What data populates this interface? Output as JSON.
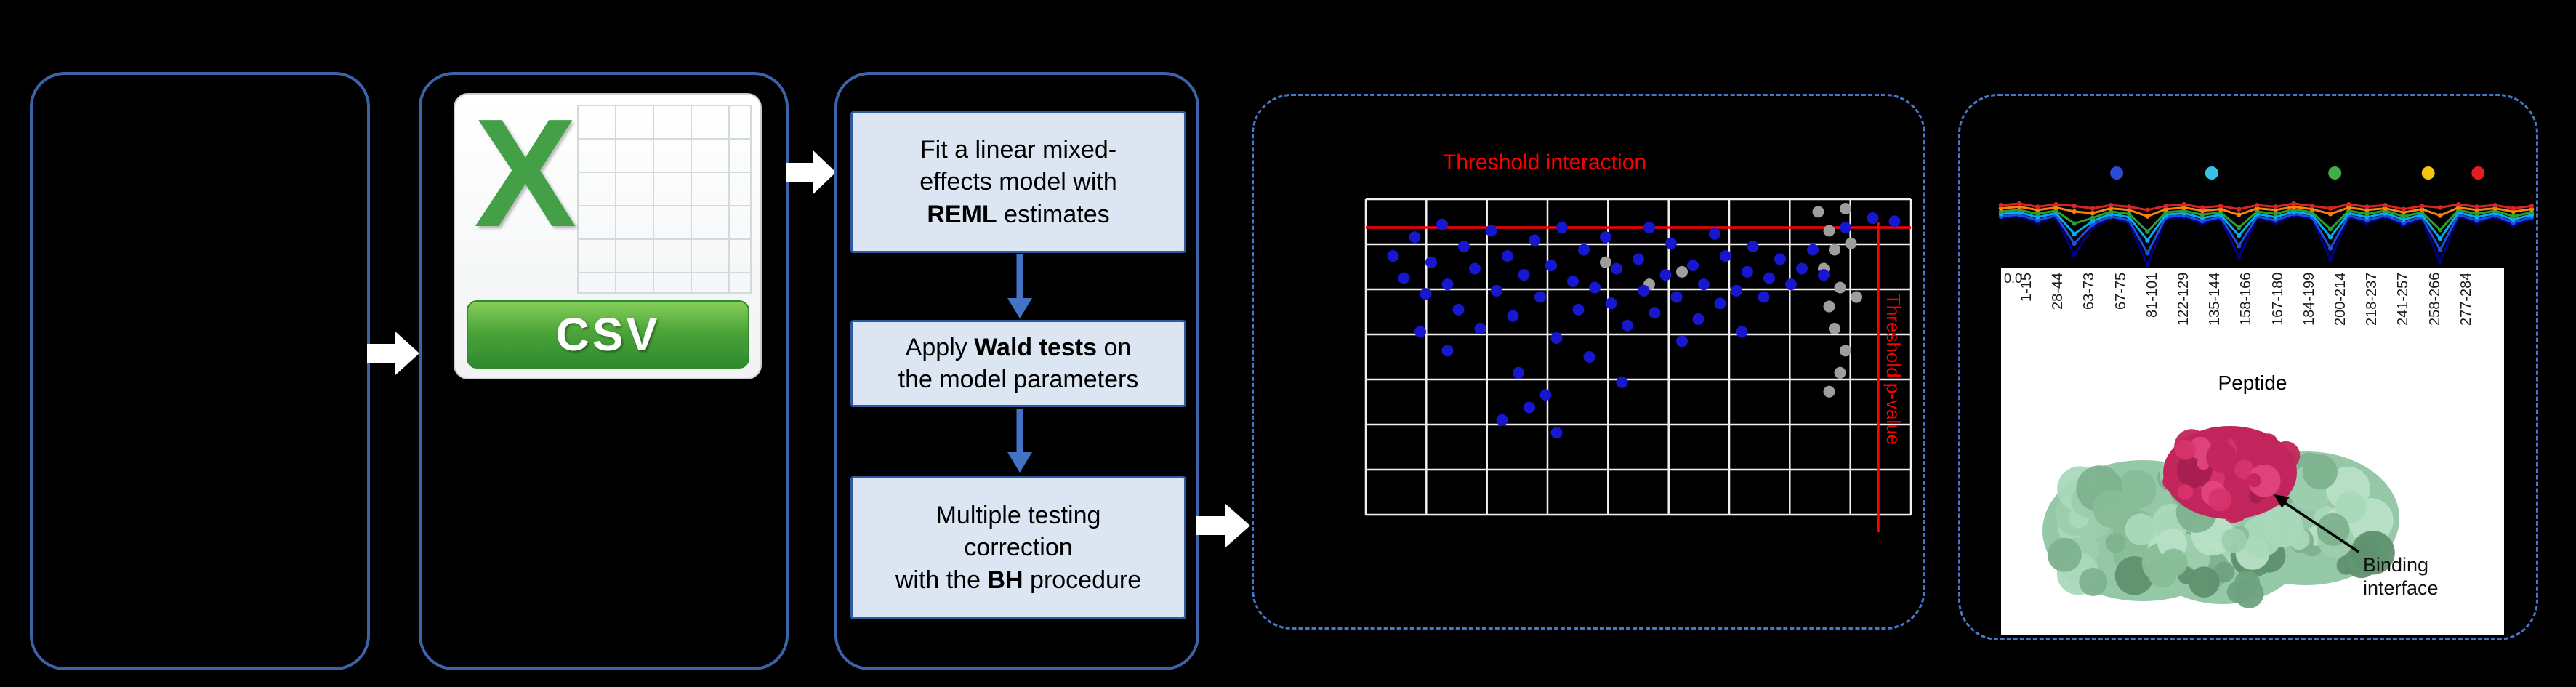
{
  "figure": {
    "background": "#000000"
  },
  "csv": {
    "letter": "X",
    "label": "CSV"
  },
  "pipeline": {
    "steps": [
      {
        "pre": "Fit a linear mixed-\neffects model with\n",
        "bold": "REML",
        "post": " estimates"
      },
      {
        "pre": "Apply ",
        "bold": "Wald tests",
        "post": " on\nthe model parameters"
      },
      {
        "pre": "Multiple testing\ncorrection\nwith the ",
        "bold": "BH",
        "post": " procedure"
      }
    ]
  },
  "volcano": {
    "title": "Threshold interaction",
    "side_label": "Threshold p-value",
    "grid": {
      "cols": 9,
      "rows": 7
    },
    "grid_color": "#f0f0f0",
    "threshold_color": "#ff0000",
    "threshold_y_pct": 9,
    "threshold_x_pct": 94,
    "blue_color": "#1717cf",
    "gray_color": "#9e9e9e",
    "points_blue": [
      [
        5,
        18
      ],
      [
        7,
        25
      ],
      [
        9,
        12
      ],
      [
        11,
        30
      ],
      [
        12,
        20
      ],
      [
        14,
        8
      ],
      [
        15,
        27
      ],
      [
        17,
        35
      ],
      [
        18,
        15
      ],
      [
        20,
        22
      ],
      [
        21,
        41
      ],
      [
        23,
        10
      ],
      [
        24,
        29
      ],
      [
        26,
        18
      ],
      [
        27,
        37
      ],
      [
        28,
        55
      ],
      [
        29,
        24
      ],
      [
        31,
        13
      ],
      [
        32,
        31
      ],
      [
        33,
        62
      ],
      [
        34,
        21
      ],
      [
        35,
        44
      ],
      [
        36,
        9
      ],
      [
        38,
        26
      ],
      [
        39,
        35
      ],
      [
        40,
        16
      ],
      [
        41,
        50
      ],
      [
        42,
        28
      ],
      [
        44,
        12
      ],
      [
        45,
        33
      ],
      [
        46,
        22
      ],
      [
        47,
        58
      ],
      [
        48,
        40
      ],
      [
        50,
        19
      ],
      [
        51,
        29
      ],
      [
        52,
        9
      ],
      [
        53,
        36
      ],
      [
        55,
        24
      ],
      [
        56,
        14
      ],
      [
        57,
        31
      ],
      [
        58,
        45
      ],
      [
        60,
        21
      ],
      [
        61,
        38
      ],
      [
        62,
        27
      ],
      [
        64,
        11
      ],
      [
        65,
        33
      ],
      [
        66,
        18
      ],
      [
        68,
        29
      ],
      [
        69,
        42
      ],
      [
        70,
        23
      ],
      [
        71,
        15
      ],
      [
        73,
        31
      ],
      [
        74,
        25
      ],
      [
        76,
        19
      ],
      [
        78,
        27
      ],
      [
        80,
        22
      ],
      [
        82,
        16
      ],
      [
        84,
        24
      ],
      [
        88,
        9
      ],
      [
        93,
        6
      ],
      [
        97,
        7
      ],
      [
        25,
        70
      ],
      [
        30,
        66
      ],
      [
        35,
        74
      ],
      [
        15,
        48
      ],
      [
        10,
        42
      ]
    ],
    "points_gray": [
      [
        44,
        20
      ],
      [
        52,
        27
      ],
      [
        58,
        23
      ],
      [
        83,
        4
      ],
      [
        85,
        10
      ],
      [
        86,
        16
      ],
      [
        84,
        22
      ],
      [
        87,
        28
      ],
      [
        85,
        34
      ],
      [
        86,
        41
      ],
      [
        88,
        48
      ],
      [
        87,
        55
      ],
      [
        85,
        61
      ],
      [
        89,
        14
      ],
      [
        90,
        31
      ],
      [
        88,
        3
      ]
    ]
  },
  "profile": {
    "ytick": "0.0",
    "dots": [
      {
        "color": "#2a4bd7",
        "x_pct": 21.8
      },
      {
        "color": "#39c0e6",
        "x_pct": 39.7
      },
      {
        "color": "#3fae49",
        "x_pct": 62.9
      },
      {
        "color": "#f2c410",
        "x_pct": 80.5
      },
      {
        "color": "#e02020",
        "x_pct": 89.9
      }
    ],
    "series": [
      {
        "color": "#00008b",
        "values": [
          38,
          36,
          44,
          37,
          84,
          50,
          38,
          44,
          97,
          39,
          37,
          45,
          39,
          87,
          38,
          44,
          35,
          39,
          90,
          37,
          44,
          37,
          47,
          39,
          93,
          36,
          44,
          37,
          47,
          39
        ]
      },
      {
        "color": "#1f4fd8",
        "values": [
          36,
          34,
          41,
          35,
          70,
          46,
          36,
          41,
          82,
          37,
          35,
          42,
          37,
          73,
          36,
          41,
          33,
          37,
          76,
          35,
          41,
          35,
          44,
          37,
          78,
          34,
          41,
          35,
          44,
          37
        ]
      },
      {
        "color": "#00b0f0",
        "values": [
          33,
          31,
          37,
          32,
          58,
          42,
          33,
          37,
          66,
          34,
          32,
          38,
          34,
          60,
          33,
          37,
          30,
          34,
          62,
          32,
          37,
          32,
          40,
          34,
          64,
          31,
          37,
          32,
          40,
          34
        ]
      },
      {
        "color": "#2ca02c",
        "values": [
          30,
          28,
          33,
          29,
          45,
          38,
          30,
          33,
          55,
          31,
          29,
          34,
          31,
          50,
          30,
          33,
          27,
          31,
          52,
          29,
          33,
          29,
          36,
          31,
          53,
          28,
          33,
          29,
          36,
          31
        ]
      },
      {
        "color": "#ff7f0e",
        "values": [
          26,
          24,
          28,
          25,
          30,
          32,
          26,
          28,
          36,
          27,
          25,
          29,
          27,
          34,
          26,
          28,
          24,
          27,
          33,
          25,
          28,
          26,
          31,
          27,
          35,
          25,
          28,
          26,
          30,
          27
        ]
      },
      {
        "color": "#d62728",
        "values": [
          22,
          20,
          24,
          21,
          23,
          26,
          22,
          24,
          28,
          23,
          21,
          25,
          23,
          27,
          22,
          24,
          20,
          23,
          26,
          21,
          24,
          22,
          27,
          23,
          25,
          21,
          24,
          22,
          26,
          23
        ]
      }
    ]
  },
  "peptide_axis": {
    "title": "Peptide",
    "labels": [
      "1-15",
      "28-44",
      "63-73",
      "67-75",
      "81-101",
      "122-129",
      "135-144",
      "158-166",
      "167-180",
      "184-199",
      "200-214",
      "218-237",
      "241-257",
      "258-266",
      "277-284"
    ]
  },
  "protein": {
    "annotation": "Binding\ninterface",
    "body_color": "#94c8a6",
    "interface_color": "#c2255c"
  }
}
